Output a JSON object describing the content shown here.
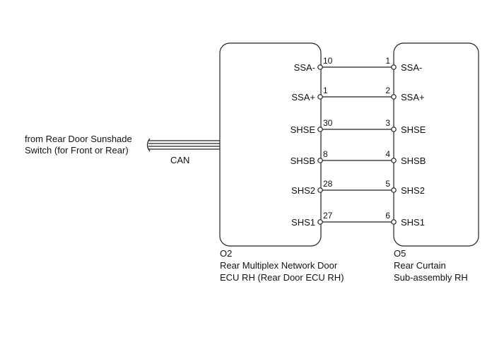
{
  "connectors": {
    "left": {
      "code": "O2",
      "name_lines": [
        "Rear Multiplex Network Door",
        "ECU RH (Rear Door ECU RH)"
      ]
    },
    "right": {
      "code": "O5",
      "name_lines": [
        "Rear Curtain",
        "Sub-assembly RH"
      ]
    }
  },
  "wires": [
    {
      "left_pin": "10",
      "left_label": "SSA-",
      "right_pin": "1",
      "right_label": "SSA-"
    },
    {
      "left_pin": "1",
      "left_label": "SSA+",
      "right_pin": "2",
      "right_label": "SSA+"
    },
    {
      "left_pin": "30",
      "left_label": "SHSE",
      "right_pin": "3",
      "right_label": "SHSE"
    },
    {
      "left_pin": "8",
      "left_label": "SHSB",
      "right_pin": "4",
      "right_label": "SHSB"
    },
    {
      "left_pin": "28",
      "left_label": "SHS2",
      "right_pin": "5",
      "right_label": "SHS2"
    },
    {
      "left_pin": "27",
      "left_label": "SHS1",
      "right_pin": "6",
      "right_label": "SHS1"
    }
  ],
  "external": {
    "source_lines": [
      "from Rear Door Sunshade",
      "Switch (for Front or Rear)"
    ],
    "bus_label": "CAN"
  }
}
